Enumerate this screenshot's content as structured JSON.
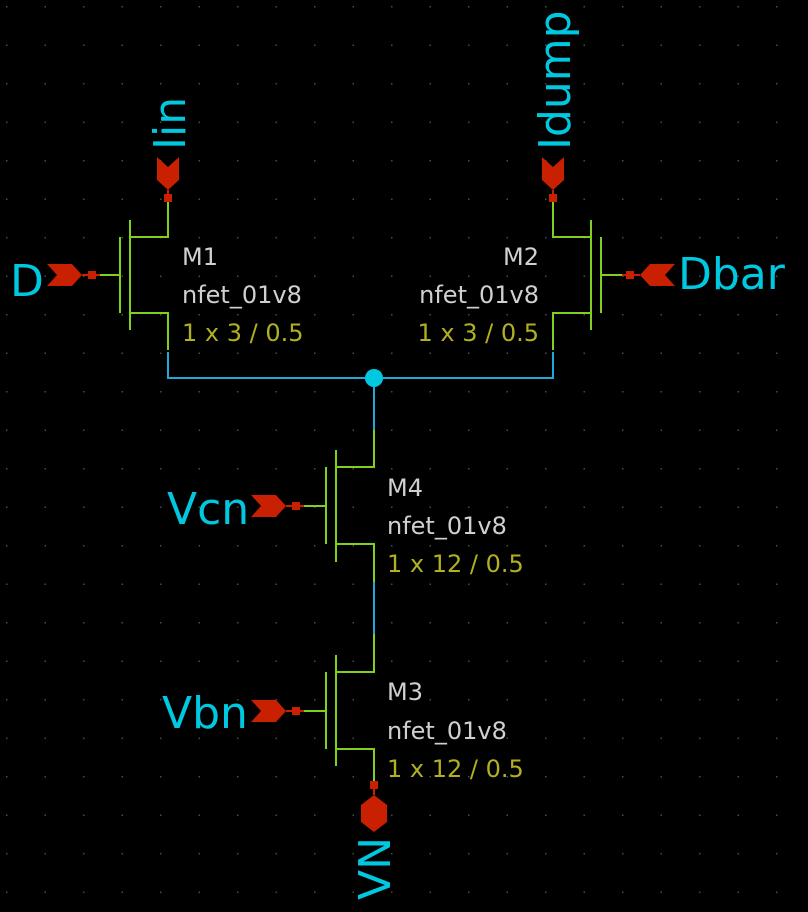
{
  "pins": {
    "D": "D",
    "Dbar": "Dbar",
    "Iin": "Iin",
    "Idump": "Idump",
    "Vcn": "Vcn",
    "Vbn": "Vbn",
    "VN": "VN"
  },
  "instances": {
    "M1": {
      "name": "M1",
      "model": "nfet_01v8",
      "size": "1 x 3 / 0.5"
    },
    "M2": {
      "name": "M2",
      "model": "nfet_01v8",
      "size": "1 x 3 / 0.5"
    },
    "M4": {
      "name": "M4",
      "model": "nfet_01v8",
      "size": "1 x 12 / 0.5"
    },
    "M3": {
      "name": "M3",
      "model": "nfet_01v8",
      "size": "1 x 12 / 0.5"
    }
  },
  "colors": {
    "background": "#000000",
    "wire": "#20a8d8",
    "device": "#80d020",
    "pin": "#c82000",
    "pin_label": "#00c8e0",
    "size_text": "#b0b020"
  }
}
